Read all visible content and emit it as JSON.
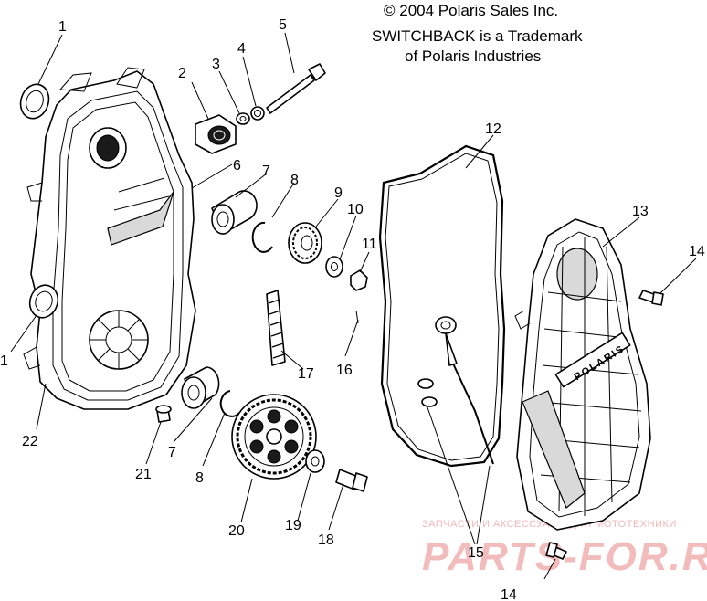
{
  "notice": {
    "line1": "© 2004 Polaris Sales Inc.",
    "line2": "SWITCHBACK is a Trademark",
    "line3": "of Polaris Industries"
  },
  "watermark": {
    "small": "ЗАПЧАСТИ И АКСЕССУАРЫ ДЛЯ МОТОТЕХНИКИ",
    "big": "PARTS-FOR.RU"
  },
  "cover_logo": "POLARIS",
  "callouts": {
    "c1a": "1",
    "c1b": "1",
    "c2": "2",
    "c3": "3",
    "c4": "4",
    "c5": "5",
    "c6": "6",
    "c7a": "7",
    "c7b": "7",
    "c8a": "8",
    "c8b": "8",
    "c9": "9",
    "c10": "10",
    "c11": "11",
    "c12": "12",
    "c13": "13",
    "c14a": "14",
    "c14b": "14",
    "c15": "15",
    "c16": "16",
    "c17": "17",
    "c18": "18",
    "c19": "19",
    "c20": "20",
    "c21": "21",
    "c22": "22"
  }
}
